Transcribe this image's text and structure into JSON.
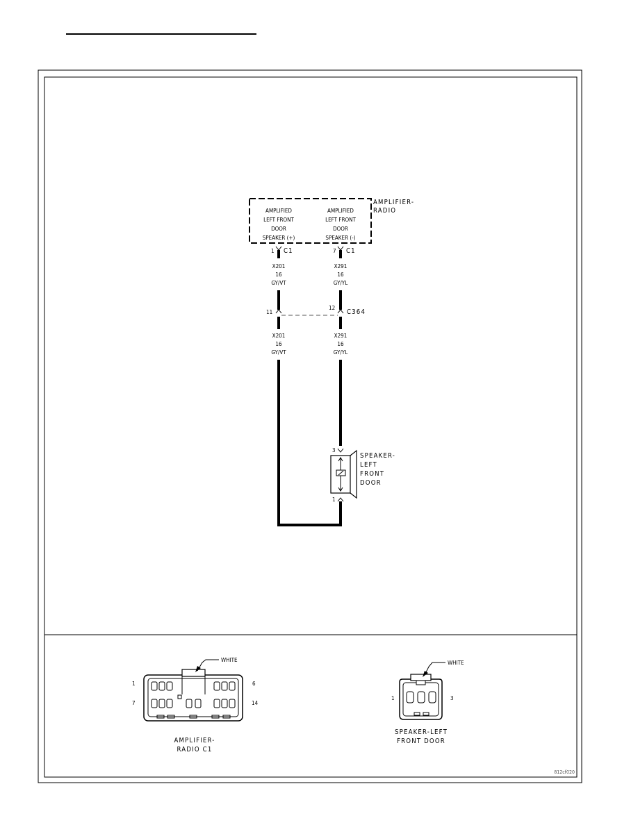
{
  "module": {
    "name_line1": "AMPLIFIER-",
    "name_line2": "RADIO",
    "pin_left_line1": "AMPLIFIED",
    "pin_left_line2": "LEFT FRONT",
    "pin_left_line3": "DOOR",
    "pin_left_line4": "SPEAKER (+)",
    "pin_right_line1": "AMPLIFIED",
    "pin_right_line2": "LEFT FRONT",
    "pin_right_line3": "DOOR",
    "pin_right_line4": "SPEAKER (-)",
    "connector": "C1",
    "pin_left_num": "1",
    "pin_right_num": "7"
  },
  "wires": {
    "left_upper": {
      "circuit": "X201",
      "gauge": "16",
      "color": "GY/VT"
    },
    "right_upper": {
      "circuit": "X291",
      "gauge": "16",
      "color": "GY/YL"
    },
    "left_lower": {
      "circuit": "X201",
      "gauge": "16",
      "color": "GY/VT"
    },
    "right_lower": {
      "circuit": "X291",
      "gauge": "16",
      "color": "GY/YL"
    }
  },
  "inline_connector": {
    "name": "C364",
    "pin_left": "11",
    "pin_right": "12"
  },
  "speaker": {
    "name_line1": "SPEAKER-",
    "name_line2": "LEFT",
    "name_line3": "FRONT",
    "name_line4": "DOOR",
    "pin_top": "3",
    "pin_bottom": "1"
  },
  "connector_views": {
    "amp_c1": {
      "color_label": "WHITE",
      "pin_top_left": "1",
      "pin_top_right": "6",
      "pin_bottom_left": "7",
      "pin_bottom_right": "14",
      "caption_line1": "AMPLIFIER-",
      "caption_line2": "RADIO C1"
    },
    "speaker": {
      "color_label": "WHITE",
      "pin_left": "1",
      "pin_right": "3",
      "caption_line1": "SPEAKER-LEFT",
      "caption_line2": "FRONT DOOR"
    }
  },
  "figure_id": "812cf020"
}
